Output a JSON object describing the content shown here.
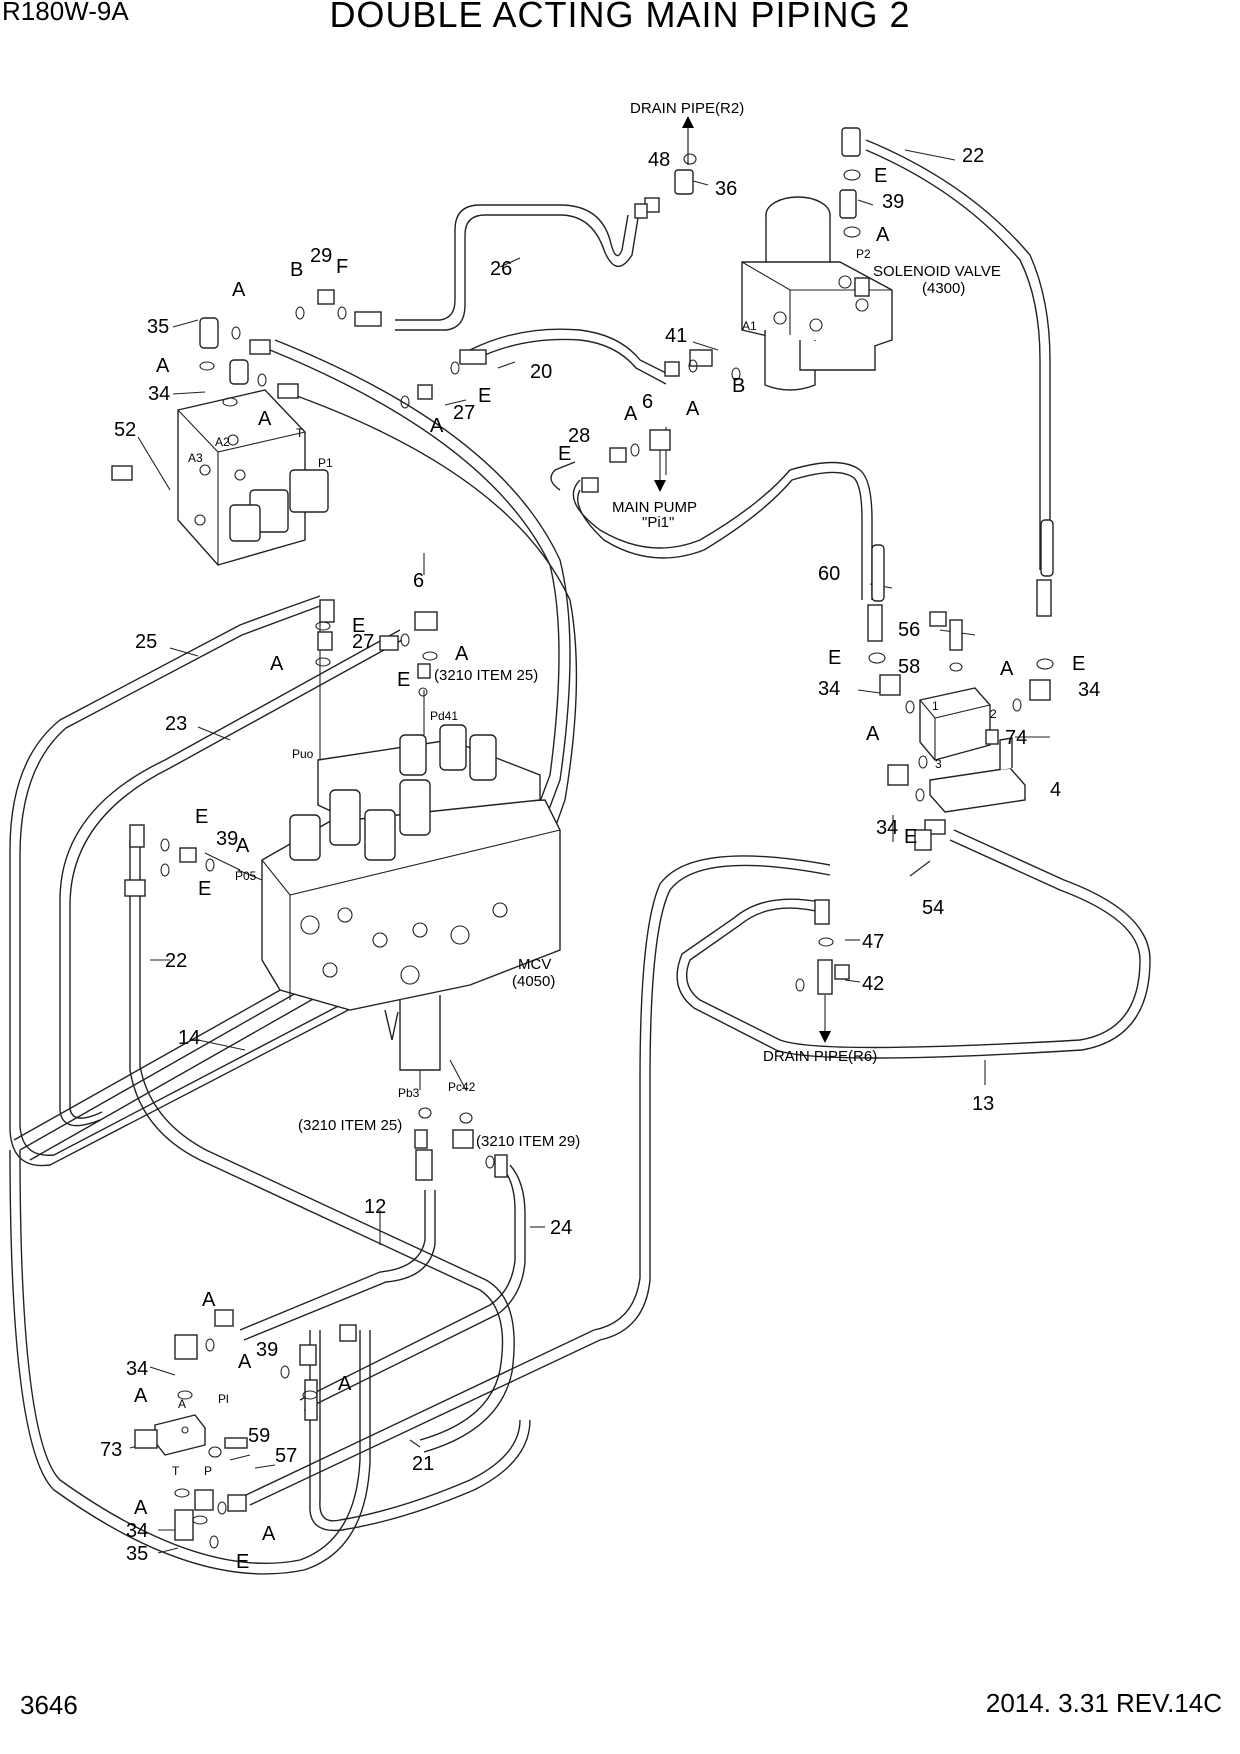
{
  "header": {
    "model": "R180W-9A",
    "title": "DOUBLE ACTING MAIN PIPING 2"
  },
  "footer": {
    "page_number": "3646",
    "date_revision": "2014. 3.31  REV.14C"
  },
  "labels": {
    "drain_r2": "DRAIN PIPE(R2)",
    "drain_r6": "DRAIN PIPE(R6)",
    "solenoid_valve": "SOLENOID VALVE",
    "solenoid_code": "(4300)",
    "main_pump": "MAIN PUMP",
    "main_pump_port": "\"Pi1\"",
    "mcv": "MCV",
    "mcv_code": "(4050)",
    "ref_3210_25_upper": "(3210 ITEM 25)",
    "ref_3210_25_lower": "(3210 ITEM 25)",
    "ref_3210_29": "(3210 ITEM 29)"
  },
  "ports": {
    "p2": "P2",
    "a1": "A1",
    "t": "T",
    "p1": "P1",
    "a2": "A2",
    "a3": "A3",
    "pd41": "Pd41",
    "puo": "Puo",
    "p05": "P05",
    "pb3": "Pb3",
    "pc42": "Pc42",
    "pl": "Pl",
    "a": "A",
    "t2": "T",
    "p": "P",
    "one": "1",
    "two": "2",
    "three": "3"
  },
  "callouts": {
    "n48": "48",
    "n36": "36",
    "n22a": "22",
    "n39a": "39",
    "n26": "26",
    "n29": "29",
    "n41": "41",
    "n20": "20",
    "n27a": "27",
    "n35a": "35",
    "n34a": "34",
    "n52": "52",
    "n28": "28",
    "n6a": "6",
    "n60": "60",
    "n6b": "6",
    "n27b": "27",
    "n25": "25",
    "n23": "23",
    "n56": "56",
    "n58": "58",
    "n34b": "34",
    "n34c": "34",
    "n74": "74",
    "n4": "4",
    "n34d": "34",
    "n54": "54",
    "n39b": "39",
    "n22b": "22",
    "n14": "14",
    "n47": "47",
    "n42": "42",
    "n13": "13",
    "n12": "12",
    "n24": "24",
    "n34e": "34",
    "n39c": "39",
    "n73": "73",
    "n59": "59",
    "n57": "57",
    "n21": "21",
    "n34f": "34",
    "n35b": "35"
  },
  "letters": {
    "a": "A",
    "b": "B",
    "e": "E",
    "f": "F"
  }
}
